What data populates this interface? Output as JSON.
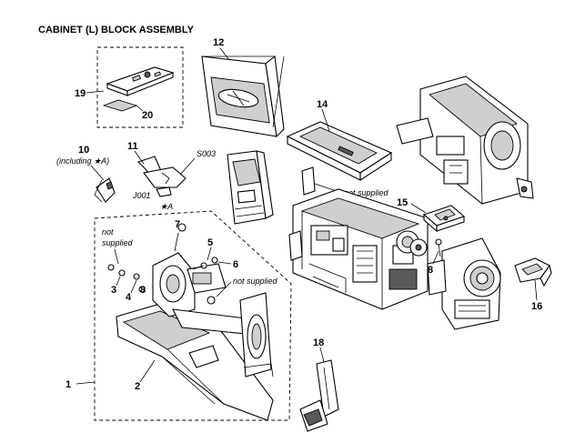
{
  "title": "CABINET (L) BLOCK ASSEMBLY",
  "callouts": {
    "c1": "1",
    "c2": "2",
    "c3": "3",
    "c4": "4",
    "c5": "5",
    "c6": "6",
    "c7": "7",
    "c8a": "8",
    "c8b": "8",
    "c10": "10",
    "c11": "11",
    "c12": "12",
    "c14": "14",
    "c15": "15",
    "c16": "16",
    "c18": "18",
    "c19": "19",
    "c20": "20"
  },
  "notes": {
    "including_a": "(including ★A)",
    "star_a": "★A",
    "s003": "S003",
    "j001": "J001",
    "not_supplied_top": "not supplied",
    "not_supplied_left_1": "not",
    "not_supplied_left_2": "supplied",
    "not_supplied_mid": "not supplied"
  }
}
